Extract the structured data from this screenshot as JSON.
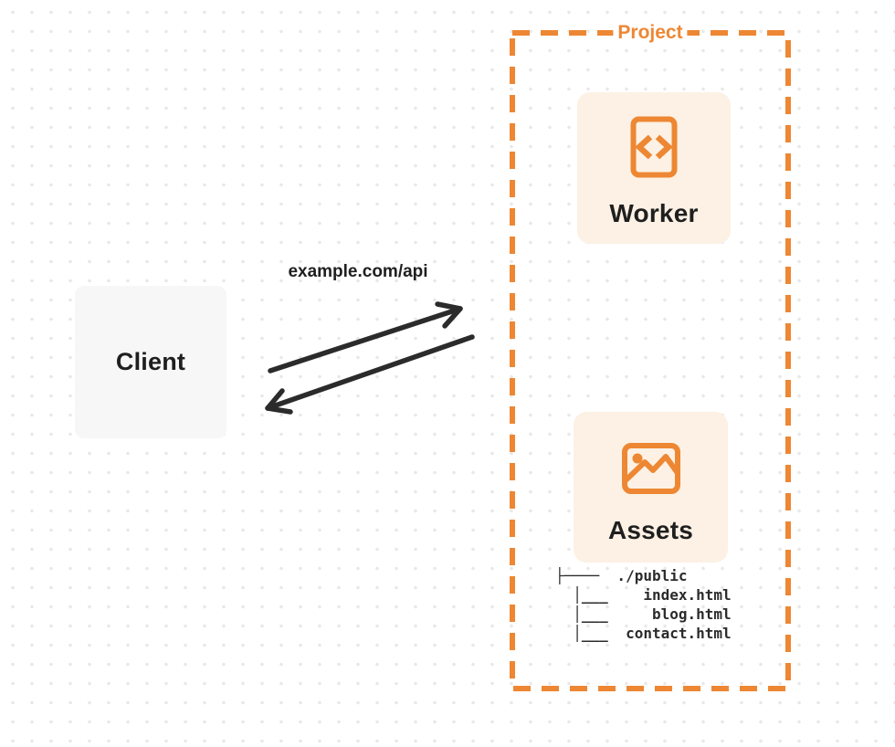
{
  "client": {
    "label": "Client"
  },
  "request": {
    "label": "example.com/api"
  },
  "project": {
    "label": "Project",
    "worker": {
      "label": "Worker",
      "icon": "code-file-icon"
    },
    "assets": {
      "label": "Assets",
      "icon": "image-icon"
    },
    "file_tree": {
      "lines": [
        "├────  ./public",
        "  │___    index.html",
        "  │___     blog.html",
        "  │___  contact.html"
      ]
    }
  },
  "colors": {
    "accent_orange": "#ED8733",
    "card_cream": "#FCF1E4",
    "client_gray": "#F7F7F8",
    "arrow_dark": "#2B2B2B",
    "text_dark": "#1F1F1F",
    "background_dot": "#E8E8E8"
  }
}
